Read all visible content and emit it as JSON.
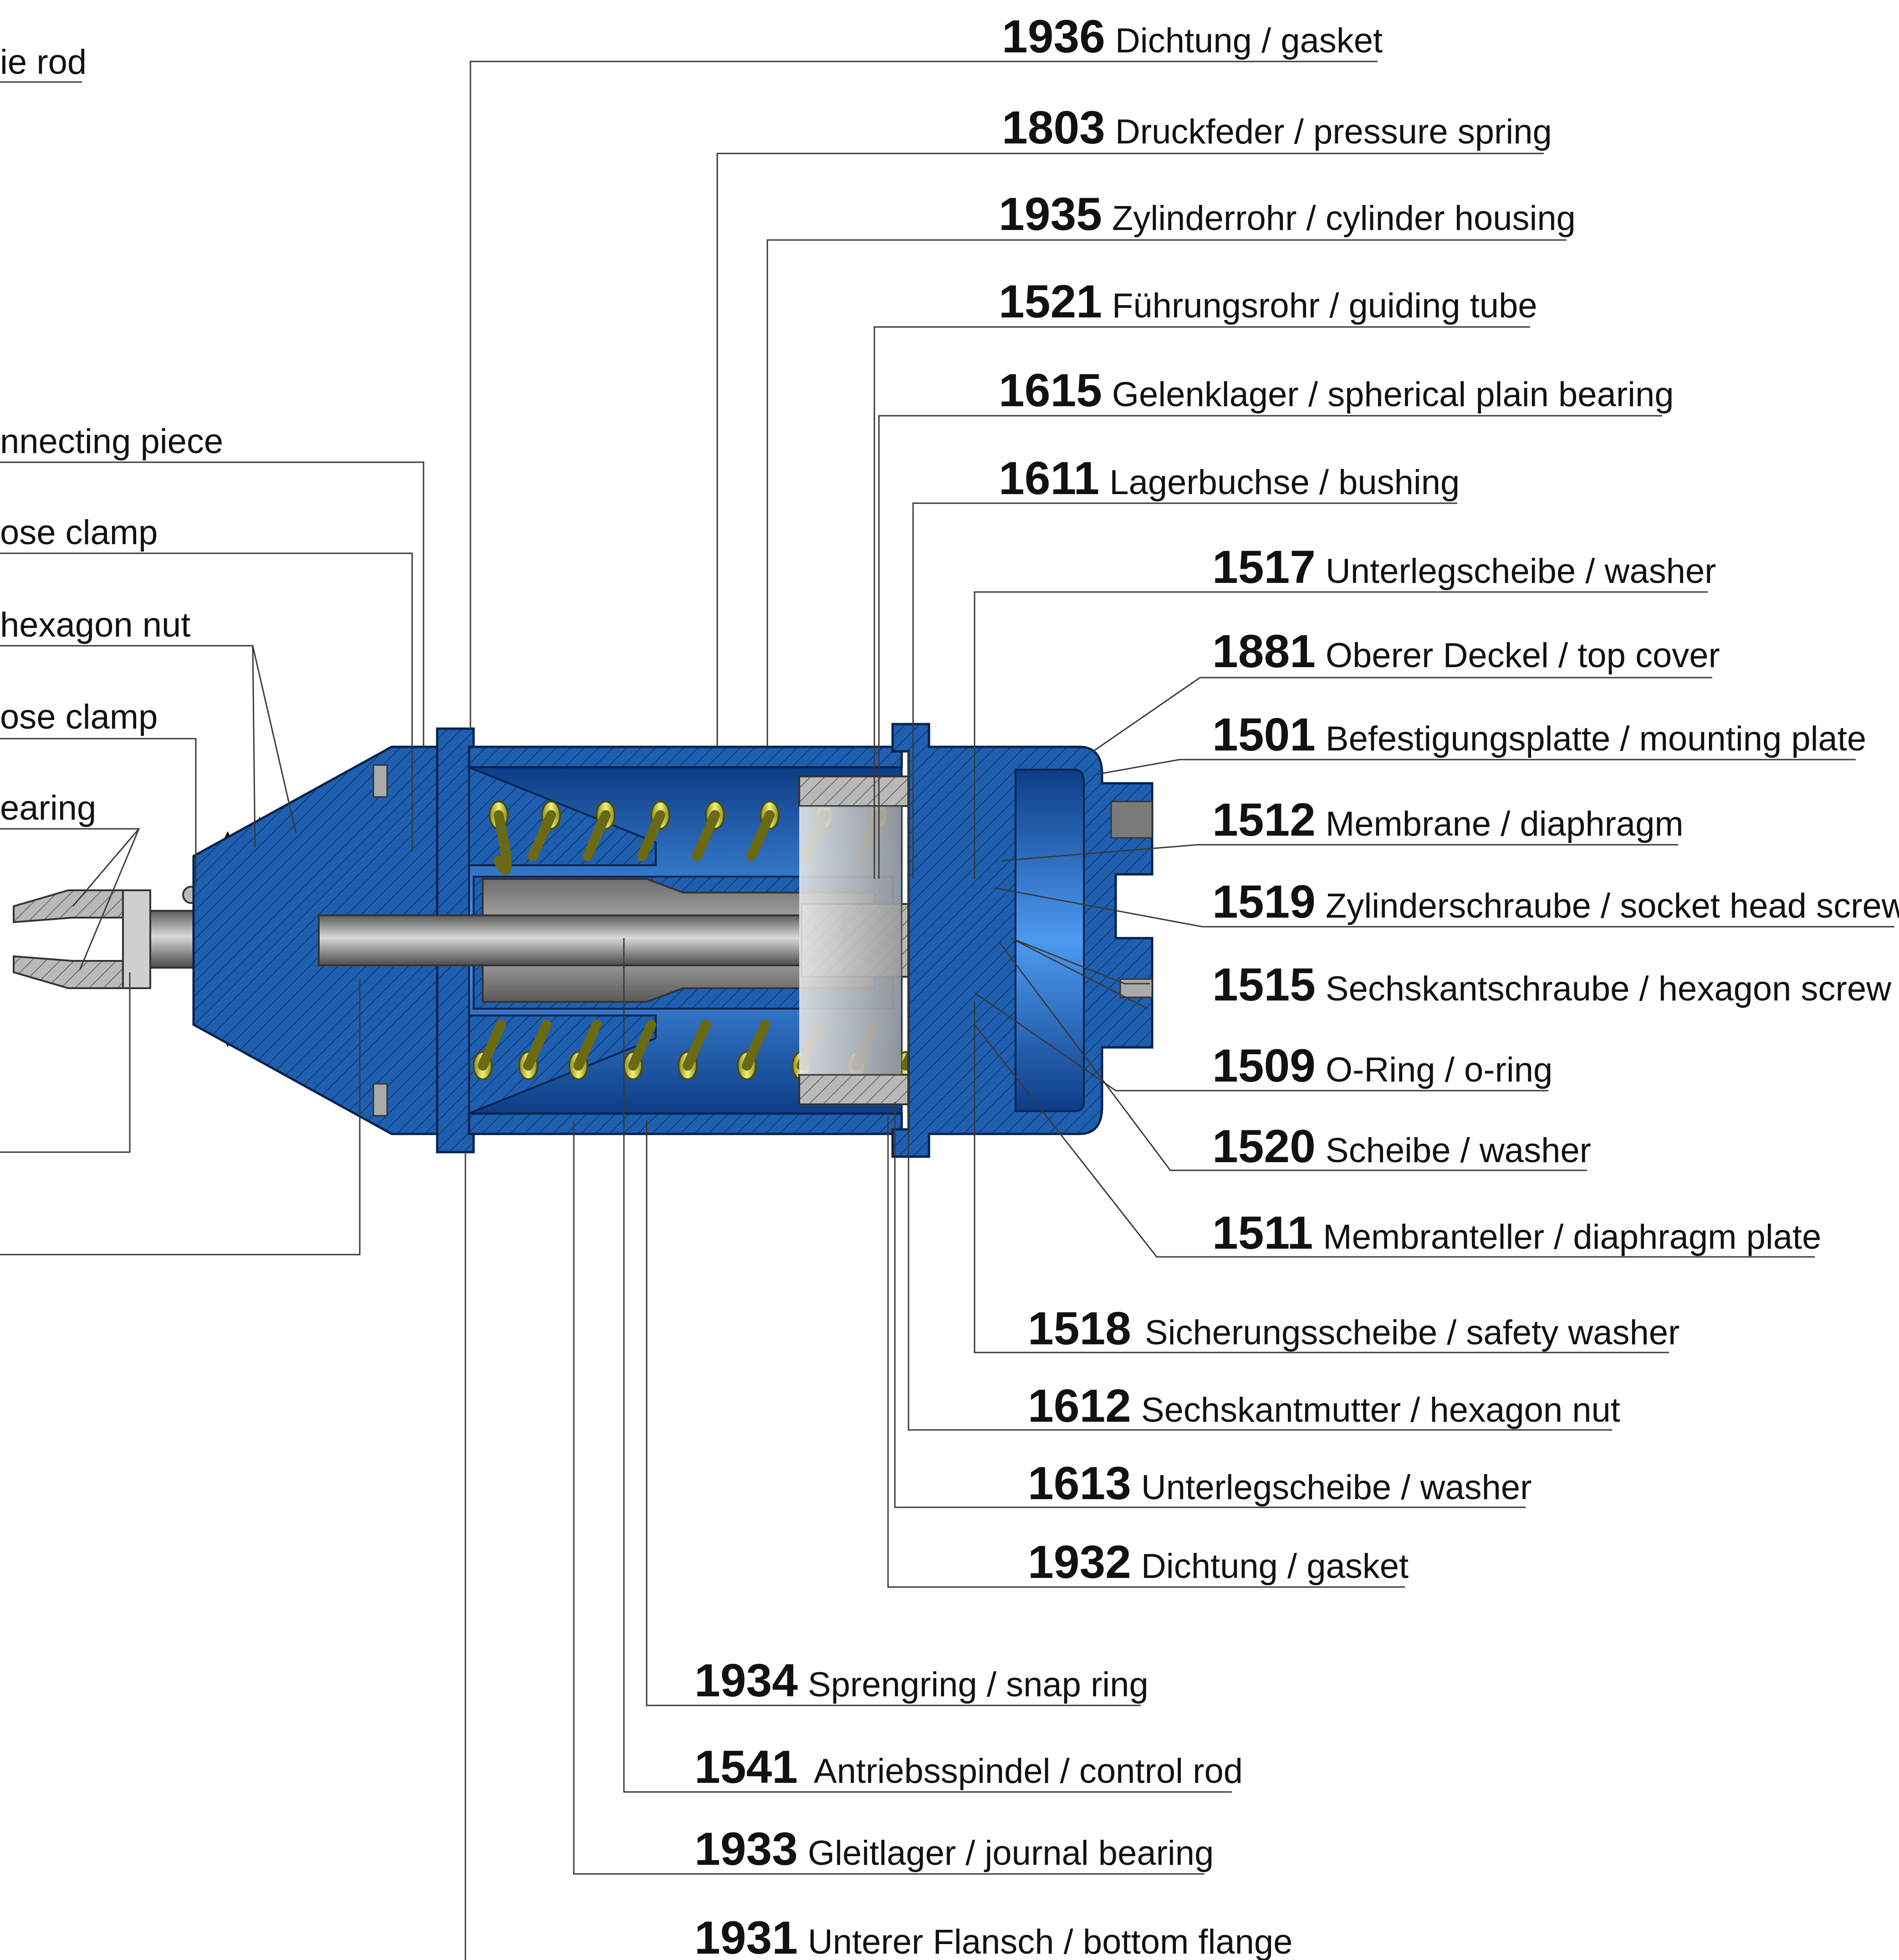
{
  "colors": {
    "housing_blue": "#1f5fb0",
    "housing_dark": "#0c3f84",
    "inner_blue": "#3d86d8",
    "spring_yellow": "#dede52",
    "steel_gray": "#8b8b8b",
    "boot_black": "#1d1d1d",
    "hatch": "#0a2f63"
  },
  "left_labels": [
    {
      "id": "tie-rod",
      "text": "ie rod"
    },
    {
      "id": "connecting-piece",
      "text": "nnecting piece"
    },
    {
      "id": "hose-clamp-1",
      "text": "ose clamp"
    },
    {
      "id": "hexagon-nut-left",
      "text": "hexagon nut"
    },
    {
      "id": "hose-clamp-2",
      "text": "ose clamp"
    },
    {
      "id": "bearing-left",
      "text": "earing"
    }
  ],
  "callouts": [
    {
      "id": "1936",
      "num": "1936",
      "text": "Dichtung / gasket"
    },
    {
      "id": "1803",
      "num": "1803",
      "text": "Druckfeder / pressure spring"
    },
    {
      "id": "1935",
      "num": "1935",
      "text": "Zylinderrohr / cylinder housing"
    },
    {
      "id": "1521",
      "num": "1521",
      "text": "Führungsrohr / guiding tube"
    },
    {
      "id": "1615",
      "num": "1615",
      "text": "Gelenklager / spherical plain bearing"
    },
    {
      "id": "1611",
      "num": "1611",
      "text": "Lagerbuchse / bushing"
    },
    {
      "id": "1517",
      "num": "1517",
      "text": "Unterlegscheibe / washer"
    },
    {
      "id": "1881",
      "num": "1881",
      "text": "Oberer Deckel / top cover"
    },
    {
      "id": "1501",
      "num": "1501",
      "text": "Befestigungsplatte / mounting plate"
    },
    {
      "id": "1512",
      "num": "1512",
      "text": "Membrane / diaphragm"
    },
    {
      "id": "1519",
      "num": "1519",
      "text": "Zylinderschraube / socket head screw"
    },
    {
      "id": "1515",
      "num": "1515",
      "text": "Sechskantschraube / hexagon screw"
    },
    {
      "id": "1509",
      "num": "1509",
      "text": "O-Ring / o-ring"
    },
    {
      "id": "1520",
      "num": "1520",
      "text": "Scheibe / washer"
    },
    {
      "id": "1511",
      "num": "1511",
      "text": "Membranteller / diaphragm plate"
    },
    {
      "id": "1518",
      "num": "1518",
      "text": "Sicherungsscheibe / safety washer"
    },
    {
      "id": "1612",
      "num": "1612",
      "text": "Sechskantmutter / hexagon nut"
    },
    {
      "id": "1613",
      "num": "1613",
      "text": "Unterlegscheibe / washer"
    },
    {
      "id": "1932",
      "num": "1932",
      "text": "Dichtung / gasket"
    },
    {
      "id": "1934",
      "num": "1934",
      "text": "Sprengring / snap ring"
    },
    {
      "id": "1541",
      "num": "1541",
      "text": "Antriebsspindel / control rod"
    },
    {
      "id": "1933",
      "num": "1933",
      "text": "Gleitlager / journal bearing"
    },
    {
      "id": "1931",
      "num": "1931",
      "text": "Unterer Flansch / bottom flange"
    }
  ]
}
